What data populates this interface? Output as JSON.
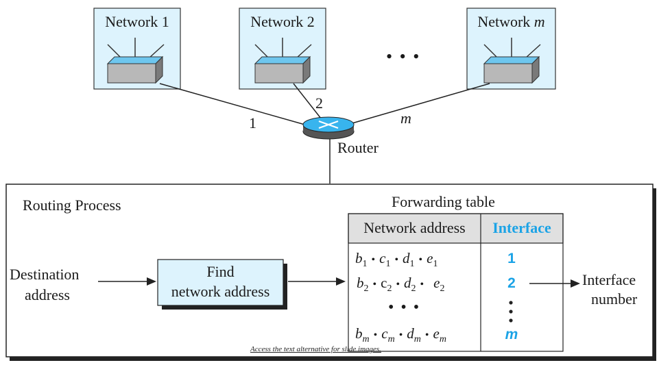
{
  "networks": [
    {
      "label": "Network 1"
    },
    {
      "label": "Network 2"
    },
    {
      "label_prefix": "Network ",
      "label_var": "m"
    }
  ],
  "ellipsis": "• • •",
  "link_labels": {
    "one": "1",
    "two": "2",
    "m": "m"
  },
  "router_label": "Router",
  "routing_process": {
    "title": "Routing Process",
    "input_label_line1": "Destination",
    "input_label_line2": "address",
    "find_box_line1": "Find",
    "find_box_line2": "network address",
    "output_label_line1": "Interface",
    "output_label_line2": "number"
  },
  "forwarding_table": {
    "caption": "Forwarding table",
    "col_network": "Network address",
    "col_interface": "Interface",
    "rows": [
      {
        "b": "b",
        "c": "c",
        "d": "d",
        "e": "e",
        "sub": "1",
        "iface": "1"
      },
      {
        "b": "b",
        "c": "c",
        "d": "d",
        "e": "e",
        "sub": "2",
        "iface": "2"
      },
      {
        "b": "b",
        "c": "c",
        "d": "d",
        "e": "e",
        "sub": "m",
        "iface": "m"
      }
    ],
    "middle_dots": "• • •"
  },
  "footer_link": "Access the text alternative for slide images.",
  "colors": {
    "accent_blue": "#1ba3e6",
    "box_fill": "#ddf3fd",
    "switch_top": "#6ec6ee",
    "table_header": "#e0e0e0"
  }
}
